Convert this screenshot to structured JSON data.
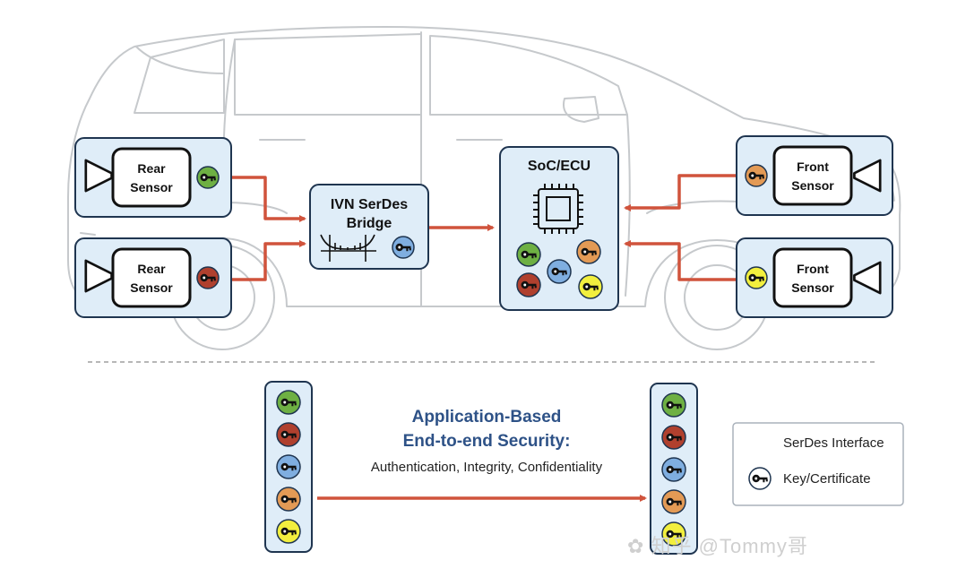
{
  "sensors": {
    "rear_top": {
      "line1": "Rear",
      "line2": "Sensor",
      "key_color": "#6eb043"
    },
    "rear_bottom": {
      "line1": "Rear",
      "line2": "Sensor",
      "key_color": "#b0402e"
    },
    "front_top": {
      "line1": "Front",
      "line2": "Sensor",
      "key_color": "#e39a55"
    },
    "front_bottom": {
      "line1": "Front",
      "line2": "Sensor",
      "key_color": "#f2ef3e"
    }
  },
  "bridge": {
    "line1": "IVN SerDes",
    "line2": "Bridge",
    "key_color": "#7faee0"
  },
  "soc": {
    "label": "SoC/ECU",
    "key_colors": [
      "#6eb043",
      "#e39a55",
      "#7faee0",
      "#b0402e",
      "#f2ef3e"
    ]
  },
  "security": {
    "title_line1": "Application-Based",
    "title_line2": "End-to-end Security:",
    "subtitle": "Authentication, Integrity, Confidentiality",
    "key_stack_colors": [
      "#6eb043",
      "#b0402e",
      "#7faee0",
      "#e39a55",
      "#f2ef3e"
    ]
  },
  "legend": {
    "arrow_label": "SerDes Interface",
    "key_label": "Key/Certificate"
  },
  "watermark": {
    "text": "知乎 @Tommy哥"
  },
  "colors": {
    "arrow": "#d0533c",
    "panel_border": "#1f3550",
    "panel_fill": "#dfedf8",
    "title": "#2e5287"
  }
}
